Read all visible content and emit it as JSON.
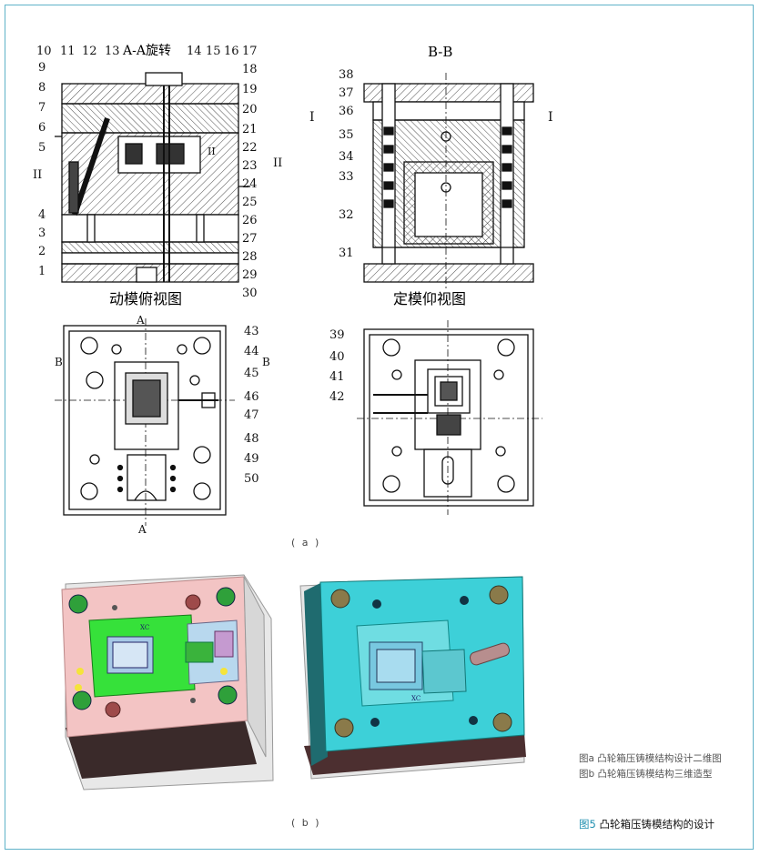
{
  "section_a": {
    "titles": {
      "aa": "A-A旋转",
      "bb": "B-B",
      "moving_view": "动模俯视图",
      "fixed_view": "定模仰视图"
    },
    "callouts_left_top": [
      "10",
      "11",
      "12",
      "13",
      "14",
      "15",
      "16",
      "17",
      "18",
      "19",
      "9",
      "8",
      "7",
      "6",
      "5",
      "4",
      "3",
      "2",
      "1",
      "20",
      "21",
      "22",
      "23",
      "24",
      "25",
      "26",
      "27",
      "28",
      "29",
      "30"
    ],
    "callouts_right_top": [
      "38",
      "37",
      "36",
      "35",
      "34",
      "33",
      "32",
      "31"
    ],
    "callouts_left_bottom": [
      "43",
      "44",
      "45",
      "46",
      "47",
      "48",
      "49",
      "50"
    ],
    "callouts_right_bottom": [
      "39",
      "40",
      "41",
      "42"
    ],
    "section_markers": {
      "I": "I",
      "II": "II",
      "A": "A",
      "B": "B"
    },
    "label": "( a )"
  },
  "section_b": {
    "label": "( b )",
    "axis_label": "XC"
  },
  "captions": {
    "a": "图a 凸轮箱压铸模结构设计二维图",
    "b": "图b 凸轮箱压铸模结构三维造型"
  },
  "figure": {
    "lead": "图5",
    "title": "凸轮箱压铸模结构的设计"
  },
  "colors": {
    "frame": "#5fb2c8",
    "lead": "#1f8fb0",
    "pink_plate": "#f3c4c4",
    "green_insert": "#36e13a",
    "cyan_plate": "#3dd0d8",
    "dark_base": "#3a2a2a"
  }
}
